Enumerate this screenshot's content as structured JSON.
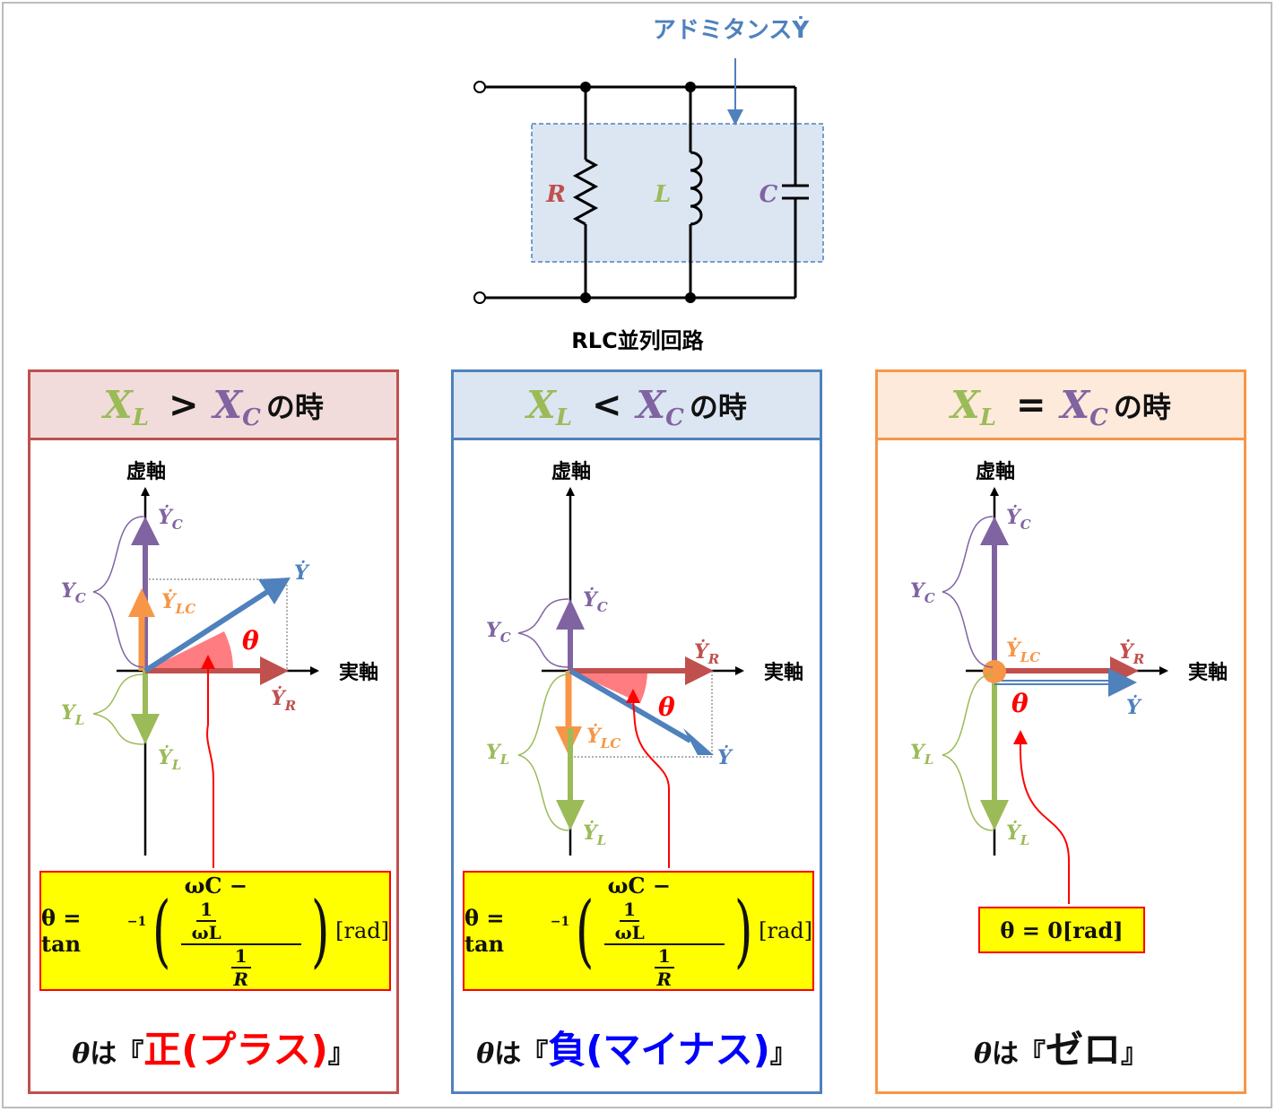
{
  "circuit": {
    "admittance_label": "アドミタンスẎ",
    "r_label": "R",
    "l_label": "L",
    "c_label": "C",
    "title": "RLC並列回路"
  },
  "axes": {
    "imag": "虚軸",
    "real": "実軸"
  },
  "vectors": {
    "y": "Ẏ",
    "yr": "Ẏ",
    "yr_sub": "R",
    "yc": "Ẏ",
    "yc_sub": "C",
    "yl": "Ẏ",
    "yl_sub": "L",
    "ylc": "Ẏ",
    "ylc_sub": "LC",
    "yc_mag": "Y",
    "yc_mag_sub": "C",
    "yl_mag": "Y",
    "yl_mag_sub": "L",
    "theta": "θ"
  },
  "panels": [
    {
      "header": {
        "x": "X",
        "xl_sub": "L",
        "op": ">",
        "xc_sub": "C",
        "tail": "の時"
      },
      "formula": {
        "lhs": "θ = tan",
        "sup": "−1",
        "term": "ωC −",
        "num": "1",
        "den_inner": "ωL",
        "den": "1",
        "den2": "R",
        "unit": "[rad]"
      },
      "caption": {
        "pre": "θ",
        "mid": "は『",
        "hl": "正(プラス)",
        "post": "』"
      }
    },
    {
      "header": {
        "x": "X",
        "xl_sub": "L",
        "op": "<",
        "xc_sub": "C",
        "tail": "の時"
      },
      "formula": {
        "lhs": "θ = tan",
        "sup": "−1",
        "term": "ωC −",
        "num": "1",
        "den_inner": "ωL",
        "den": "1",
        "den2": "R",
        "unit": "[rad]"
      },
      "caption": {
        "pre": "θ",
        "mid": "は『",
        "hl": "負(マイナス)",
        "post": "』"
      }
    },
    {
      "header": {
        "x": "X",
        "xl_sub": "L",
        "op": "=",
        "xc_sub": "C",
        "tail": "の時"
      },
      "formula": {
        "text": "θ = 0[rad]"
      },
      "caption": {
        "pre": "θ",
        "mid": "は『",
        "hl": "ゼロ",
        "post": "』"
      }
    }
  ],
  "colors": {
    "resistor": "#c0504d",
    "inductor": "#9bbb59",
    "capacitor": "#8064a2",
    "admittance": "#4f81bd",
    "lc": "#f79646",
    "theta": "#ff0000"
  }
}
